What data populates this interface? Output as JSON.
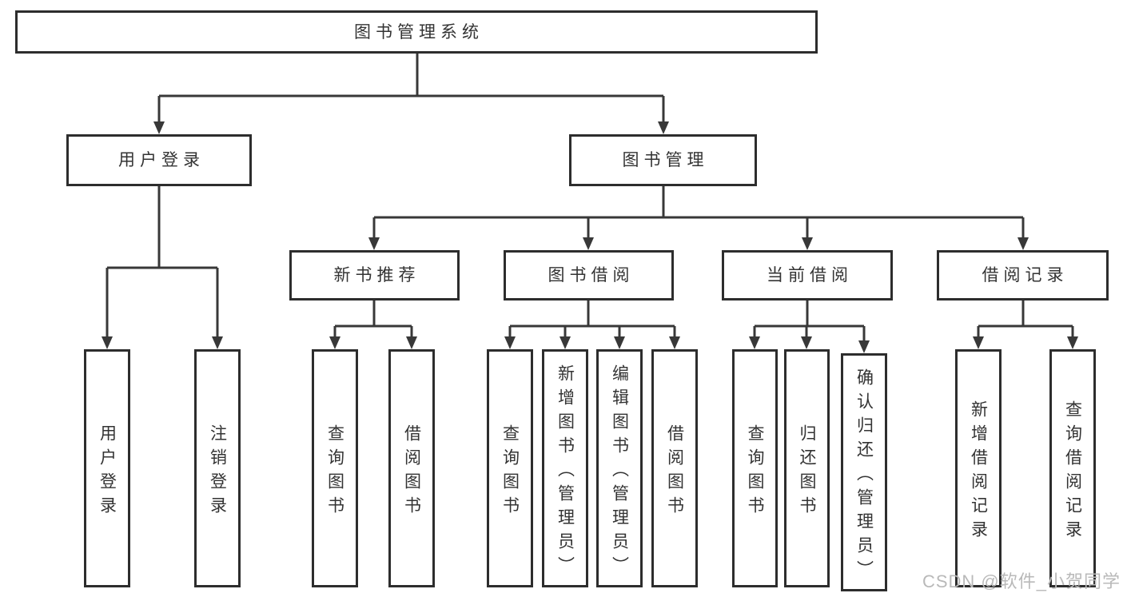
{
  "diagram": {
    "type": "hierarchy-tree",
    "root": {
      "label": "图书管理系统",
      "children": [
        {
          "label": "用户登录",
          "children": [
            {
              "label": "用户登录"
            },
            {
              "label": "注销登录"
            }
          ]
        },
        {
          "label": "图书管理",
          "children": [
            {
              "label": "新书推荐",
              "children": [
                {
                  "label": "查询图书"
                },
                {
                  "label": "借阅图书"
                }
              ]
            },
            {
              "label": "图书借阅",
              "children": [
                {
                  "label": "查询图书"
                },
                {
                  "label": "新增图书（管理员）"
                },
                {
                  "label": "编辑图书（管理员）"
                },
                {
                  "label": "借阅图书"
                }
              ]
            },
            {
              "label": "当前借阅",
              "children": [
                {
                  "label": "查询图书"
                },
                {
                  "label": "归还图书"
                },
                {
                  "label": "确认归还（管理员）"
                }
              ]
            },
            {
              "label": "借阅记录",
              "children": [
                {
                  "label": "新增借阅记录"
                },
                {
                  "label": "查询借阅记录"
                }
              ]
            }
          ]
        }
      ]
    }
  },
  "watermark": {
    "text": "CSDN @软件_小贺同学",
    "color": "#b9b9b9"
  },
  "colors": {
    "background": "#ffffff",
    "line": "#383838",
    "box_border": "#2d2d2d",
    "text": "#333333"
  }
}
